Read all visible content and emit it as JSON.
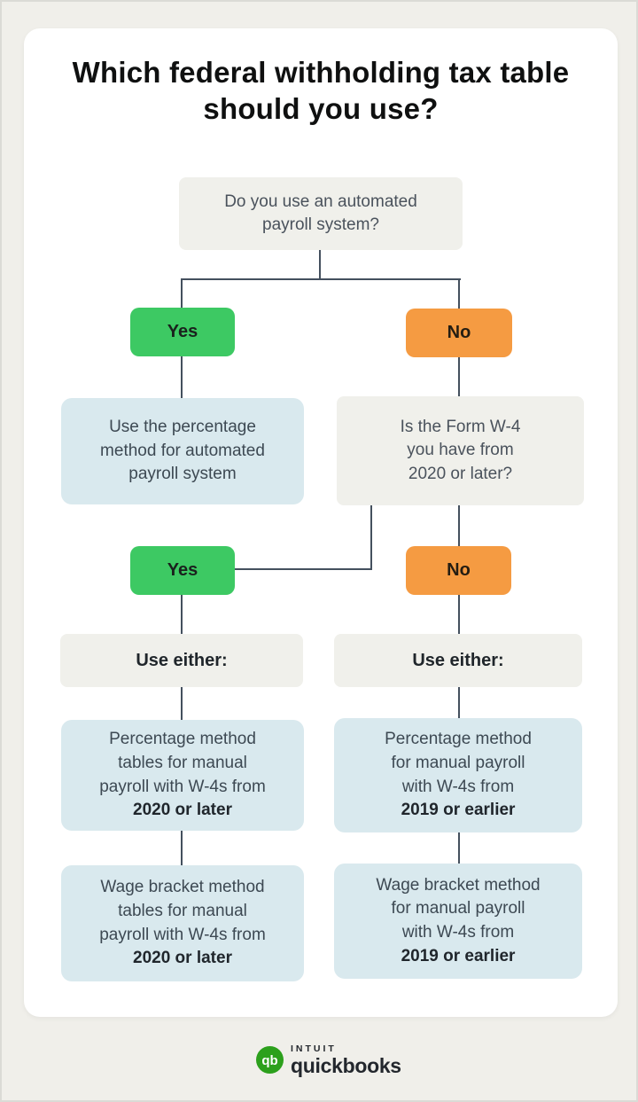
{
  "title": "Which federal withholding tax table should you use?",
  "colors": {
    "background": "#f0efea",
    "card": "#ffffff",
    "question_box": "#f0f0eb",
    "result_box": "#d9e9ee",
    "yes_button": "#3dc963",
    "no_button": "#f59b42",
    "connector_line": "#44505e",
    "logo_green": "#2ca01c"
  },
  "flowchart": {
    "question1": "Do you use an automated payroll system?",
    "branch1": {
      "yes": "Yes",
      "no": "No"
    },
    "automated_result": "Use the percentage method for automated payroll system",
    "question2": "Is the Form W-4 you have from 2020 or later?",
    "branch2": {
      "yes": "Yes",
      "no": "No"
    },
    "left_column": {
      "header": "Use either:",
      "results": [
        {
          "text": "Percentage method tables for manual payroll with W-4s from",
          "bold": "2020 or later"
        },
        {
          "text": "Wage bracket method tables for manual payroll with W-4s from",
          "bold": "2020 or later"
        }
      ]
    },
    "right_column": {
      "header": "Use either:",
      "results": [
        {
          "text": "Percentage method for manual payroll with W-4s from",
          "bold": "2019 or earlier"
        },
        {
          "text": "Wage bracket method for manual payroll with W-4s from",
          "bold": "2019 or earlier"
        }
      ]
    }
  },
  "footer": {
    "monogram": "qb",
    "brand_top": "INTUIT",
    "brand_bottom": "quickbooks"
  }
}
